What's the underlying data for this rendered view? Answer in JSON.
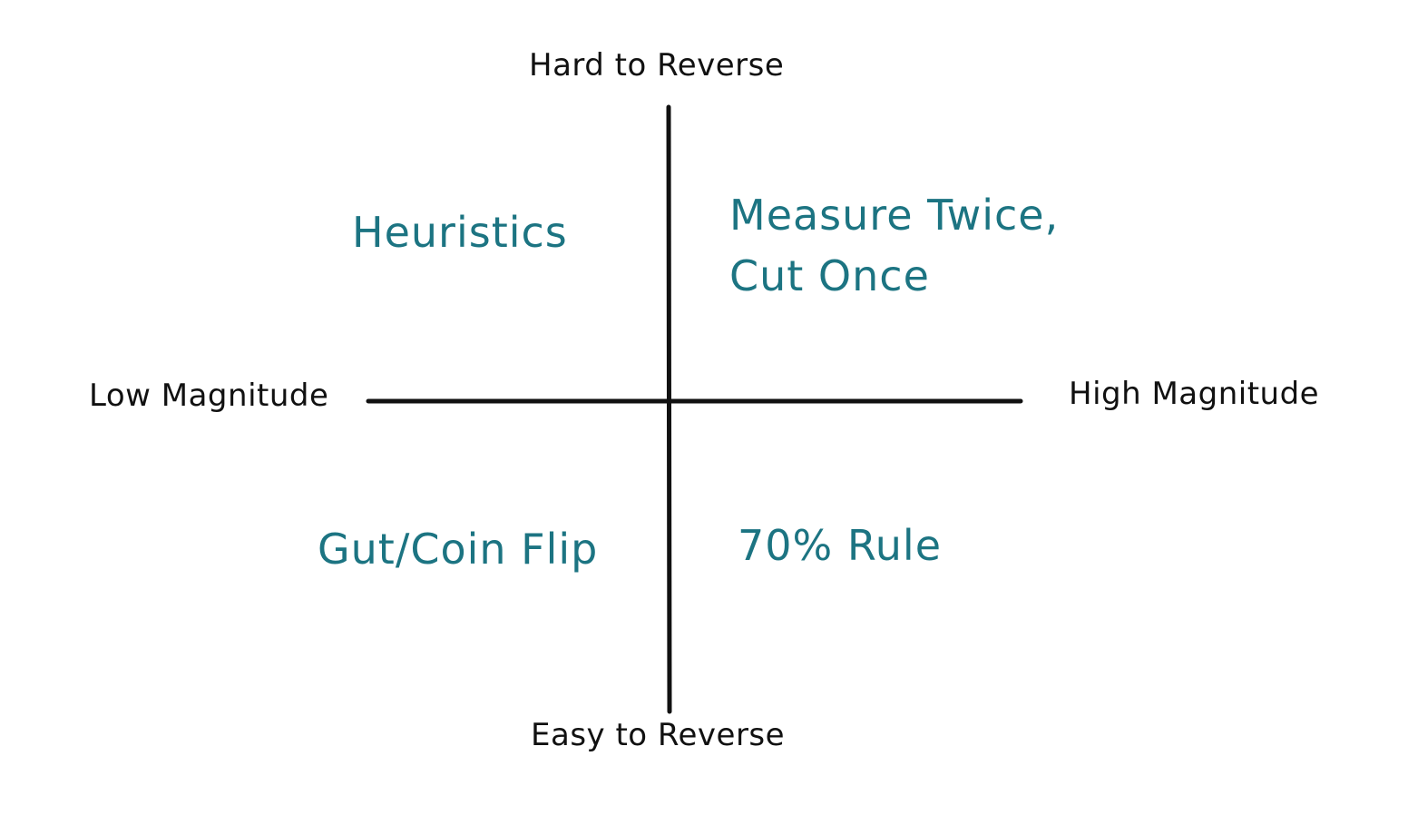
{
  "axes": {
    "top": "Hard to Reverse",
    "bottom": "Easy to Reverse",
    "left": "Low Magnitude",
    "right": "High Magnitude"
  },
  "quadrants": {
    "top_left": {
      "lines": [
        "Heuristics"
      ]
    },
    "top_right": {
      "lines": [
        "Measure Twice,",
        "Cut Once"
      ]
    },
    "bottom_left": {
      "lines": [
        "Gut/Coin Flip"
      ]
    },
    "bottom_right": {
      "lines": [
        "70% Rule"
      ]
    }
  },
  "colors": {
    "axis": "#111111",
    "quadrant_text": "#1c7482",
    "axis_text": "#111111",
    "background": "#ffffff"
  }
}
